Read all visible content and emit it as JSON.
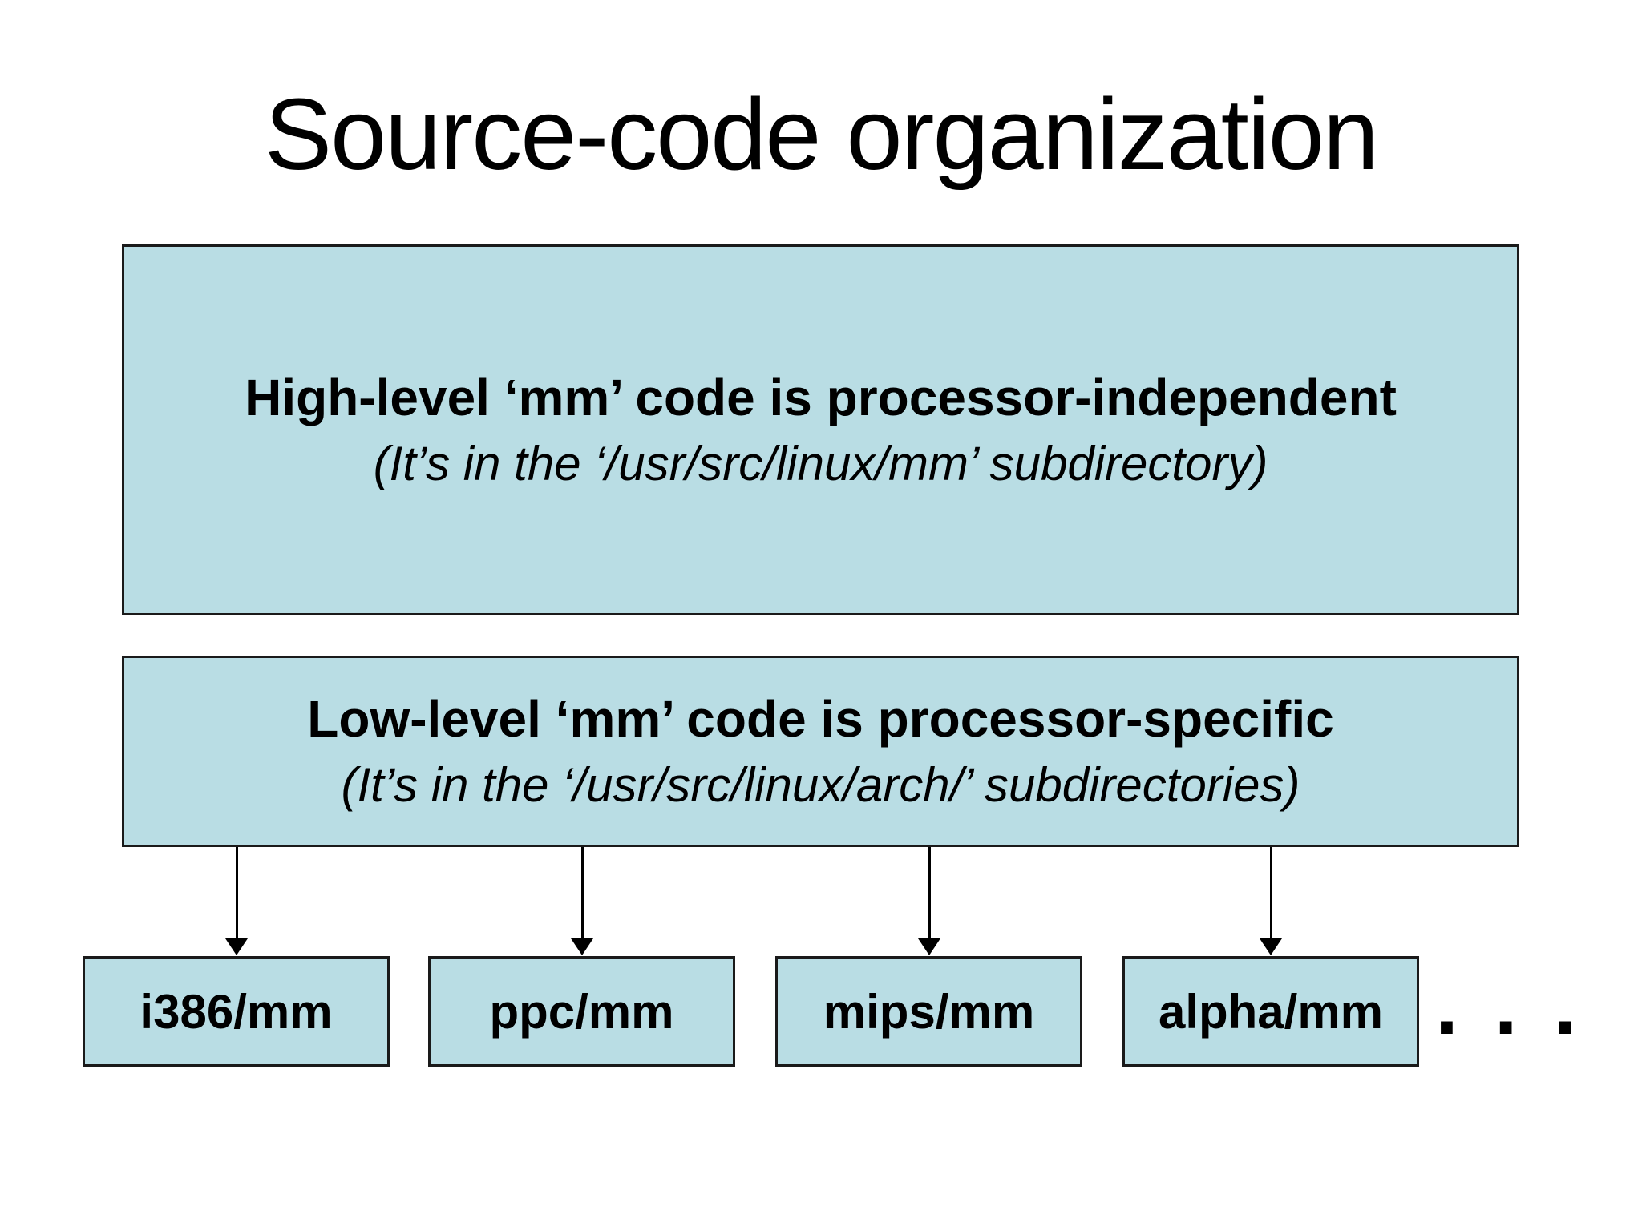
{
  "slide": {
    "title": "Source-code organization",
    "colors": {
      "background": "#ffffff",
      "box_fill": "#b9dde4",
      "box_border": "#1a1a1a",
      "text": "#000000"
    },
    "high_level_box": {
      "heading": "High-level ‘mm’ code is processor-independent",
      "subtext": "(It’s in the ‘/usr/src/linux/mm’ subdirectory)"
    },
    "low_level_box": {
      "heading": "Low-level ‘mm’ code is processor-specific",
      "subtext": "(It’s in the ‘/usr/src/linux/arch/’ subdirectories)"
    },
    "arch_boxes": [
      {
        "label": "i386/mm"
      },
      {
        "label": "ppc/mm"
      },
      {
        "label": "mips/mm"
      },
      {
        "label": "alpha/mm"
      }
    ],
    "ellipsis": ". . ."
  }
}
